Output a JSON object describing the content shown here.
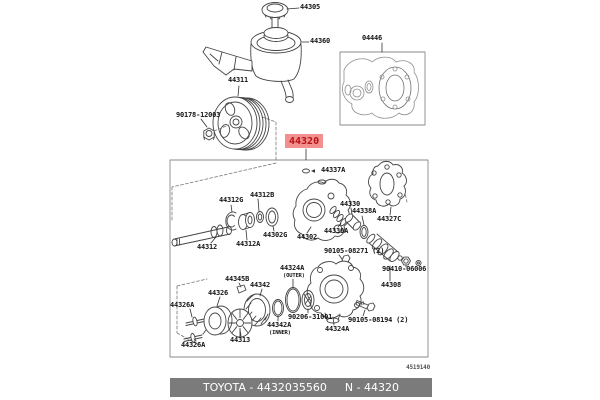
{
  "parts": {
    "p44305": "44305",
    "p44360": "44360",
    "p04446": "04446",
    "p44311": "44311",
    "p90178": "90178-12003",
    "p44320": "44320",
    "p44337A": "44337A",
    "p44312G": "44312G",
    "p44312B": "44312B",
    "p44330": "44330",
    "p44338A": "44338A",
    "p44327C": "44327C",
    "p44302G": "44302G",
    "p44302": "44302",
    "p44330A": "44330A",
    "p44312A": "44312A",
    "p44312": "44312",
    "p90105a": "90105-08271 (2)",
    "p90410": "90410-06006",
    "p44324A_outer": "44324A",
    "p44308": "44308",
    "p44345B": "44345B",
    "p44342": "44342",
    "p44326": "44326",
    "p44326A_1": "44326A",
    "p90206": "90206-31001",
    "p90105b": "90105-08194 (2)",
    "p44342A": "44342A",
    "p44324A_rear": "44324A",
    "p44313": "44313",
    "p44326A_2": "44326A"
  },
  "notes": {
    "outer": "(OUTER)",
    "inner": "(INNER)"
  },
  "highlight": {
    "bg": "#f29090",
    "text_color": "#b61111"
  },
  "footer": {
    "left": "TOYOTA - 4432035560",
    "right": "N - 44320"
  },
  "figure_code": "4519140",
  "colors": {
    "line": "#454545",
    "box": "#8a8a8a",
    "leader": "#303030",
    "footer_bg": "#7b7b7b",
    "footer_text": "#ffffff"
  }
}
